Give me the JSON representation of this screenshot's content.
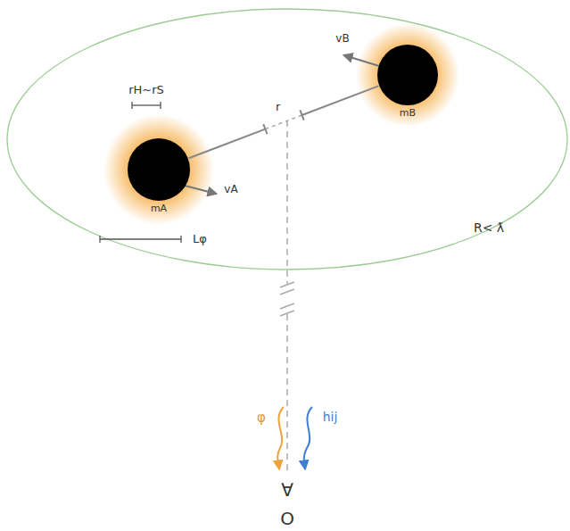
{
  "diagram": {
    "nodes": [
      {
        "text": [
          "mA"
        ]
      },
      {
        "text": [
          "mB"
        ]
      }
    ],
    "edges": [
      {
        "from": 0,
        "to": 1,
        "label": "r",
        "arrow": "none"
      }
    ],
    "labels": [
      "rH~rS",
      "vB",
      "vA",
      "Lφ",
      "R< ƛ",
      "φ",
      "hij",
      "∀",
      "O"
    ]
  }
}
